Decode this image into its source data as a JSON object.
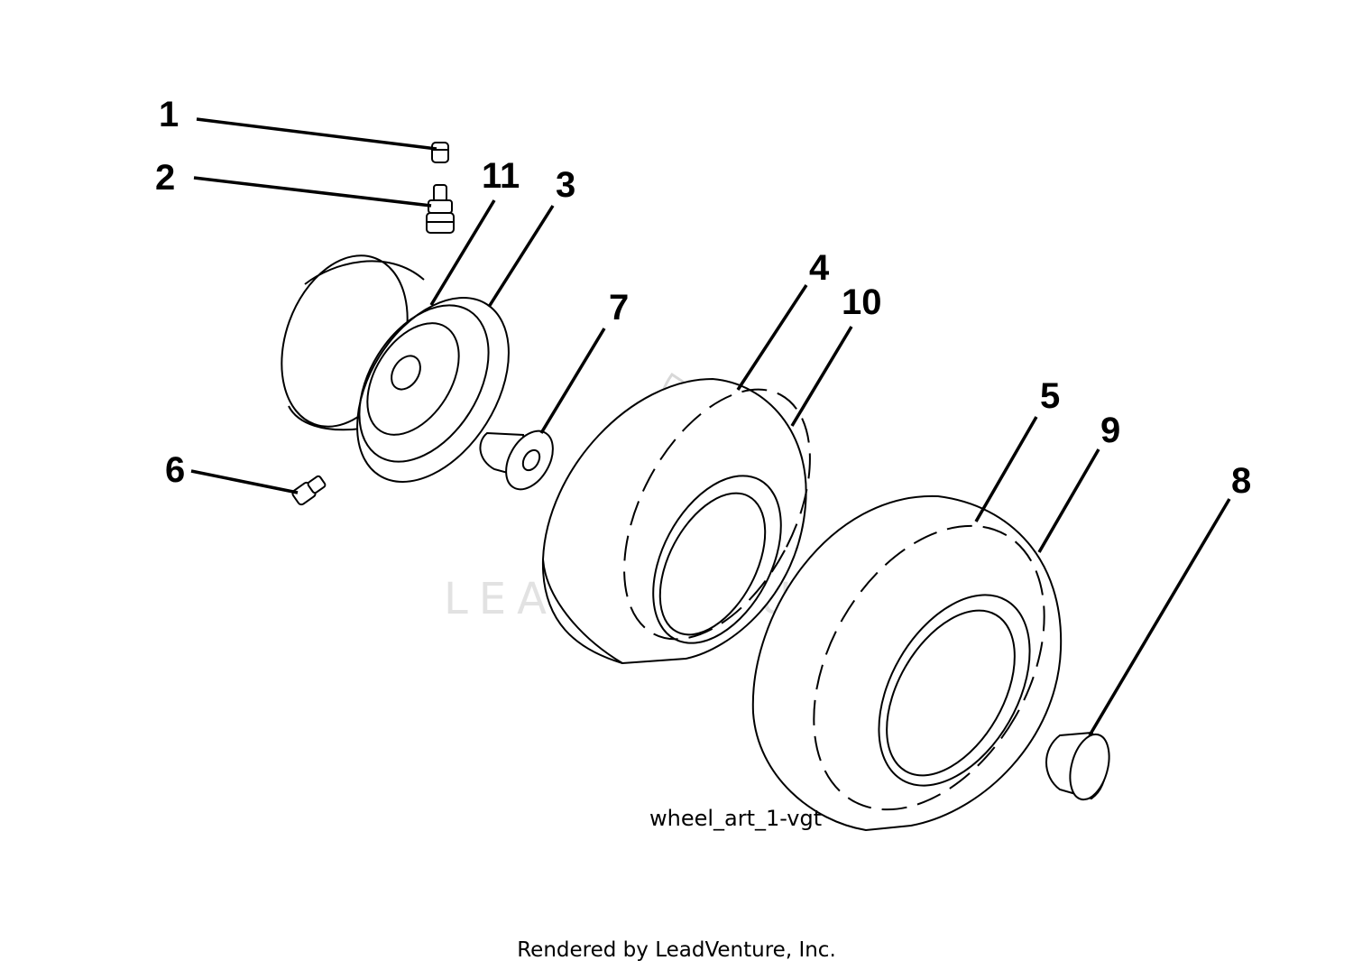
{
  "callouts": {
    "c1": "1",
    "c2": "2",
    "c3": "3",
    "c4": "4",
    "c5": "5",
    "c6": "6",
    "c7": "7",
    "c8": "8",
    "c9": "9",
    "c10": "10",
    "c11": "11"
  },
  "art_label": "wheel_art_1-vgt",
  "watermark": "LEADVENTURE",
  "footer": "Rendered by LeadVenture, Inc."
}
